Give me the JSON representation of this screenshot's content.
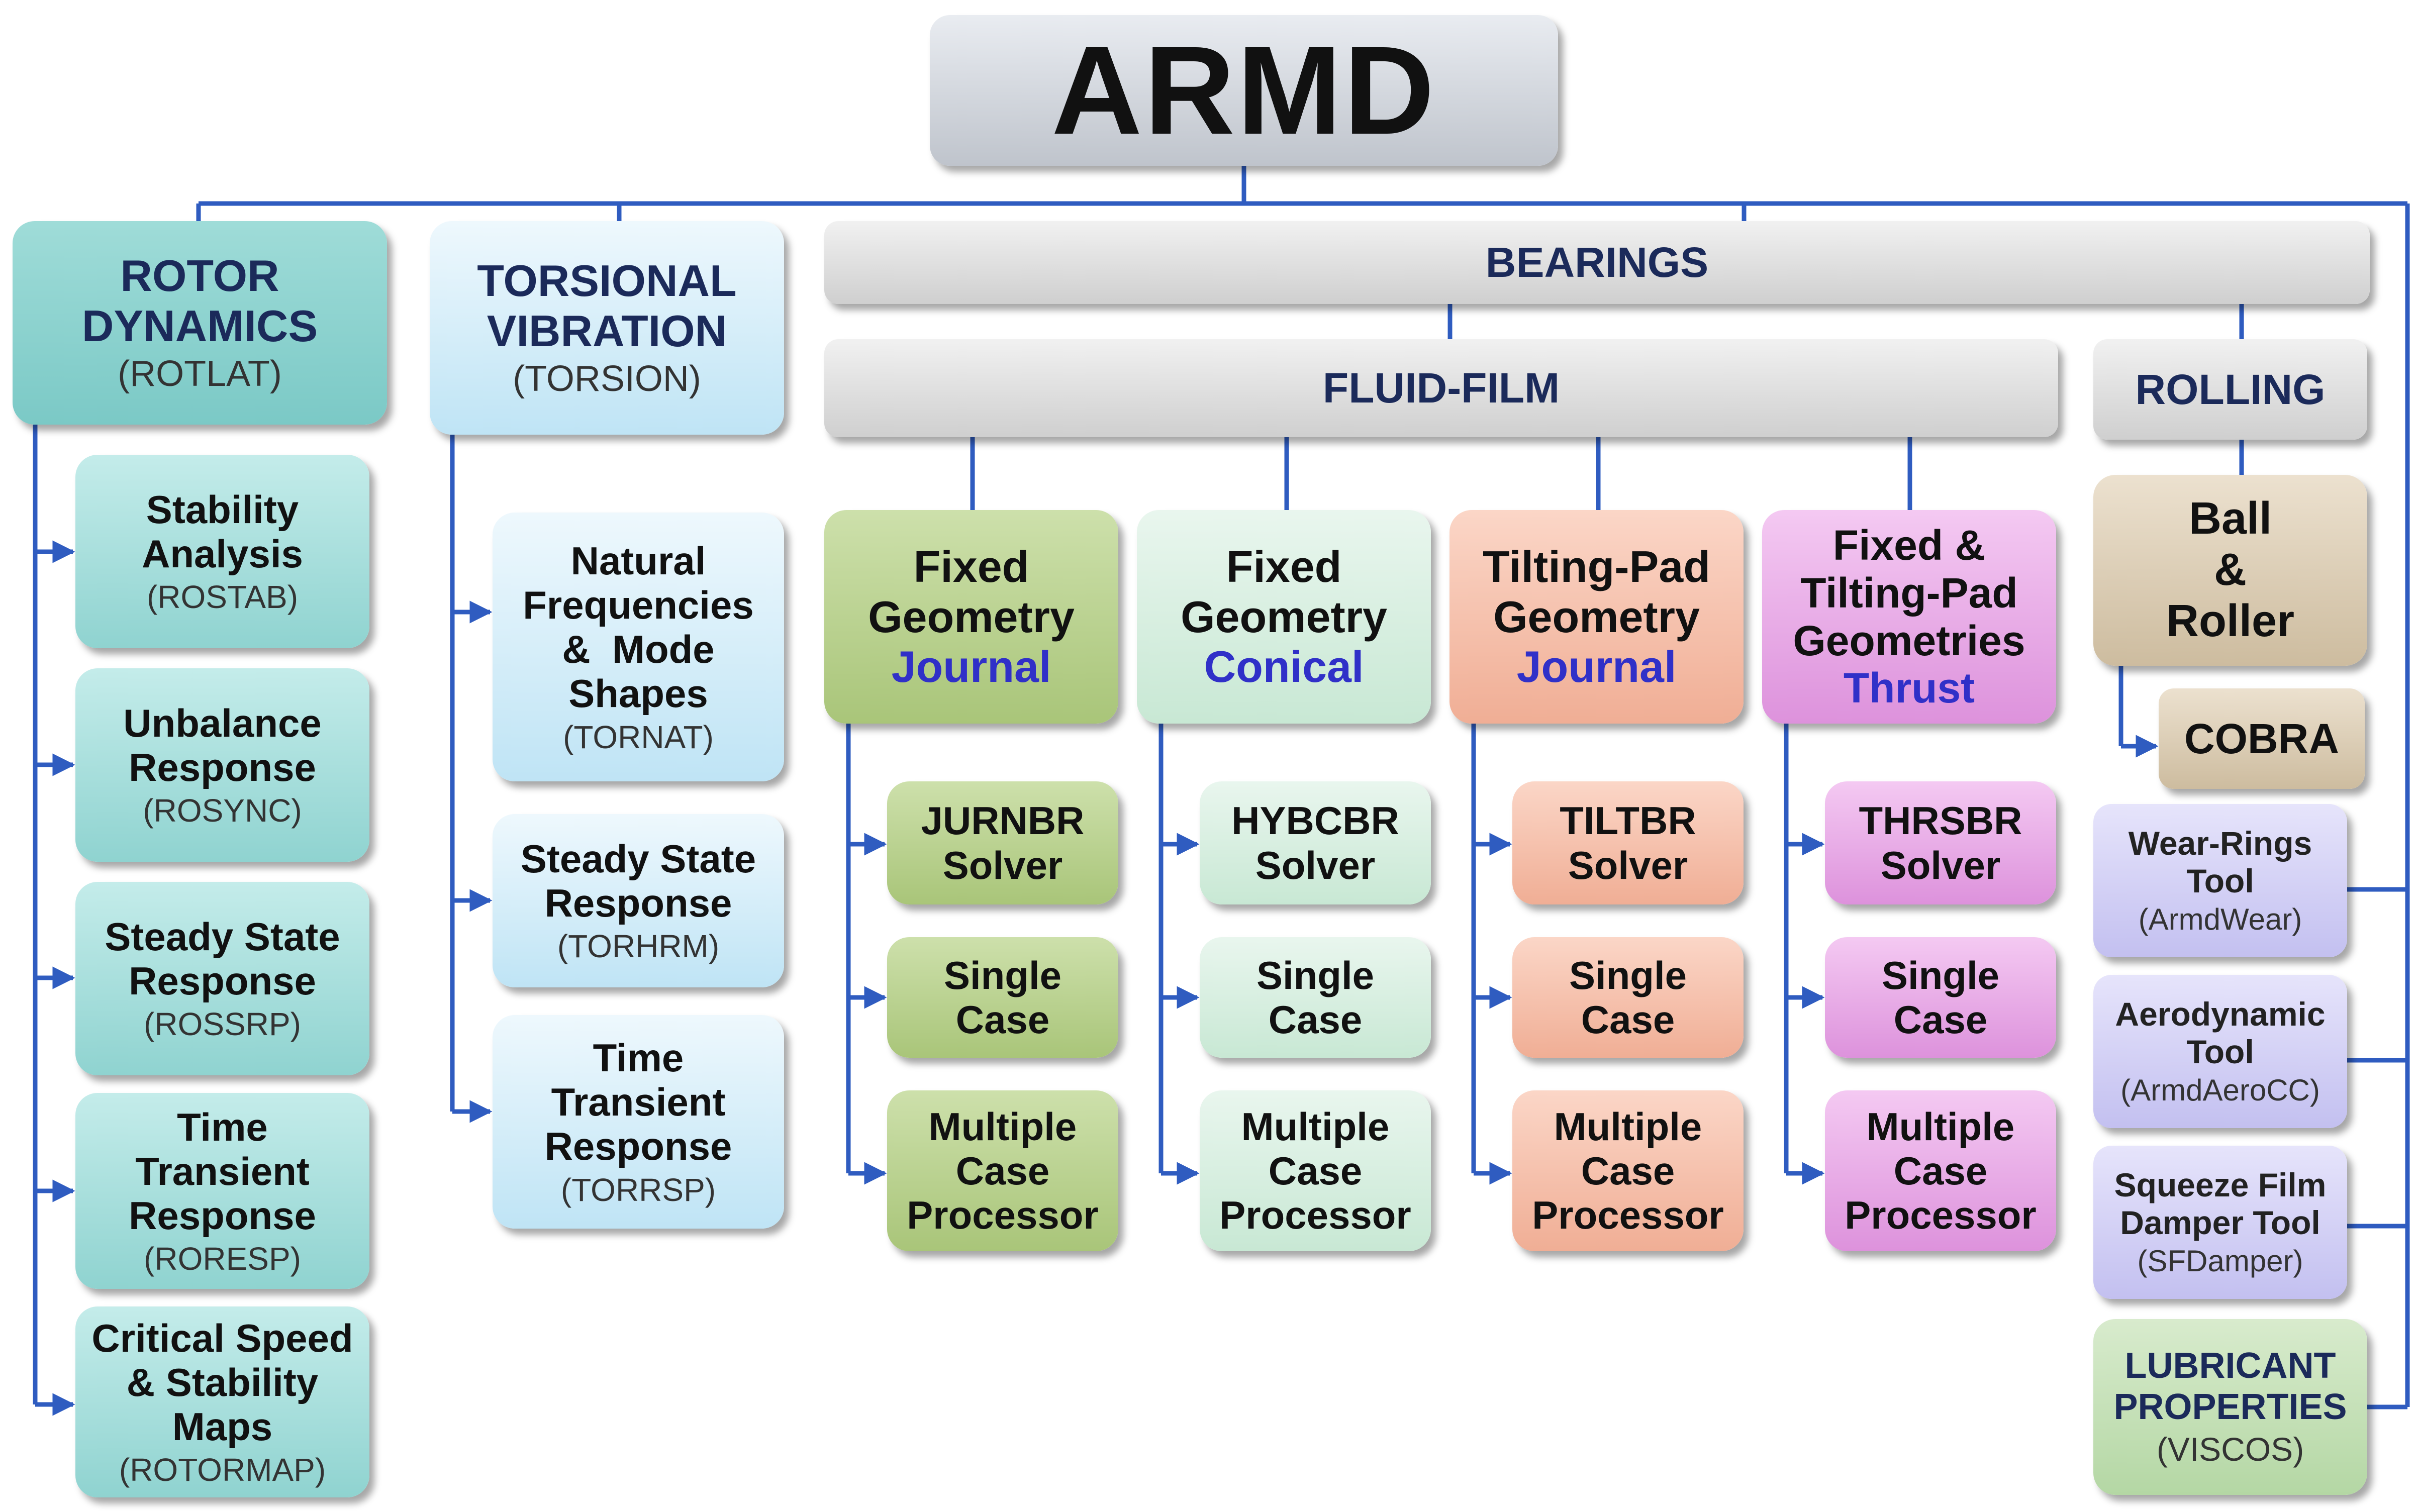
{
  "title": "ARMD",
  "rotor_dynamics": {
    "title_line1": "ROTOR",
    "title_line2": "DYNAMICS",
    "code": "(ROTLAT)",
    "items": [
      {
        "line1": "Stability",
        "line2": "Analysis",
        "line3": "",
        "code": "(ROSTAB)"
      },
      {
        "line1": "Unbalance",
        "line2": "Response",
        "line3": "",
        "code": "(ROSYNC)"
      },
      {
        "line1": "Steady State",
        "line2": "Response",
        "line3": "",
        "code": "(ROSSRP)"
      },
      {
        "line1": "Time",
        "line2": "Transient",
        "line3": "Response",
        "code": "(RORESP)"
      },
      {
        "line1": "Critical Speed",
        "line2": "& Stability",
        "line3": "Maps",
        "code": "(ROTORMAP)"
      }
    ]
  },
  "torsional": {
    "title_line1": "TORSIONAL",
    "title_line2": "VIBRATION",
    "code": "(TORSION)",
    "items": [
      {
        "line1": "Natural",
        "line2": "Frequencies",
        "line3": "&  Mode",
        "line4": "Shapes",
        "code": "(TORNAT)"
      },
      {
        "line1": "Steady State",
        "line2": "Response",
        "line3": "",
        "line4": "",
        "code": "(TORHRM)"
      },
      {
        "line1": "Time",
        "line2": "Transient",
        "line3": "Response",
        "line4": "",
        "code": "(TORRSP)"
      }
    ]
  },
  "bearings": {
    "label": "BEARINGS",
    "fluid_film": {
      "label": "FLUID-FILM",
      "groups": [
        {
          "line1": "Fixed",
          "line2": "Geometry",
          "accent": "Journal",
          "solver_line1": "JURNBR",
          "solver_line2": "Solver"
        },
        {
          "line1": "Fixed",
          "line2": "Geometry",
          "accent": "Conical",
          "solver_line1": "HYBCBR",
          "solver_line2": "Solver"
        },
        {
          "line1": "Tilting-Pad",
          "line2": "Geometry",
          "accent": "Journal",
          "solver_line1": "TILTBR",
          "solver_line2": "Solver"
        },
        {
          "line1": "Fixed &",
          "line2": "Tilting-Pad",
          "line3": "Geometries",
          "accent": "Thrust",
          "solver_line1": "THRSBR",
          "solver_line2": "Solver"
        }
      ],
      "single_case": {
        "line1": "Single",
        "line2": "Case"
      },
      "multiple_case": {
        "line1": "Multiple",
        "line2": "Case",
        "line3": "Processor"
      }
    },
    "rolling": {
      "label": "ROLLING",
      "ball_roller": {
        "line1": "Ball",
        "line2": "&",
        "line3": "Roller"
      },
      "cobra": "COBRA"
    }
  },
  "tools": [
    {
      "line1": "Wear-Rings",
      "line2": "Tool",
      "code": "(ArmdWear)"
    },
    {
      "line1": "Aerodynamic",
      "line2": "Tool",
      "code": "(ArmdAeroCC)"
    },
    {
      "line1": "Squeeze Film",
      "line2": "Damper Tool",
      "code": "(SFDamper)"
    }
  ],
  "lubricant": {
    "line1": "LUBRICANT",
    "line2": "PROPERTIES",
    "code": "(VISCOS)"
  },
  "colors": {
    "connector": "#2f5cc0",
    "accent_text": "#3030c8"
  }
}
